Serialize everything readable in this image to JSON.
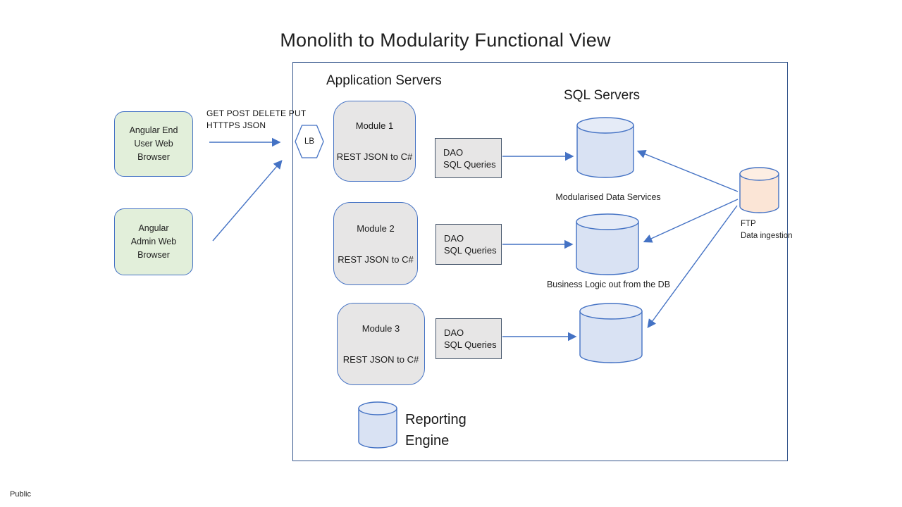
{
  "title": "Monolith to Modularity Functional View",
  "footer": "Public",
  "sections": {
    "app_servers": "Application Servers",
    "sql_servers": "SQL Servers"
  },
  "clients": {
    "end_user": "Angular End\nUser Web\nBrowser",
    "admin": "Angular\nAdmin Web\nBrowser",
    "protocol": "GET POST DELETE PUT\nHTTTPS JSON"
  },
  "load_balancer": "LB",
  "modules": [
    {
      "name": "Module 1",
      "tech": "REST JSON to C#"
    },
    {
      "name": "Module 2",
      "tech": "REST JSON to C#"
    },
    {
      "name": "Module 3",
      "tech": "REST JSON to C#"
    }
  ],
  "dao": [
    {
      "label": "DAO\nSQL Queries"
    },
    {
      "label": "DAO\nSQL Queries"
    },
    {
      "label": "DAO\nSQL Queries"
    }
  ],
  "db_labels": {
    "modularised": "Modularised Data Services",
    "business_logic": "Business Logic out from the DB"
  },
  "ftp": {
    "label": "FTP\nData ingestion"
  },
  "reporting": {
    "label": "Reporting\nEngine"
  },
  "colors": {
    "accent_blue": "#4472C4",
    "container_border": "#34558b",
    "cylinder_fill": "#D9E2F3",
    "cylinder_top_fill": "#E5EBF7",
    "ftp_cylinder_fill": "#FBE5D6",
    "ftp_cylinder_top_fill": "#FDEEE3",
    "client_fill": "#E2EFDA",
    "module_fill": "#E7E6E6",
    "dao_border": "#44546A"
  }
}
